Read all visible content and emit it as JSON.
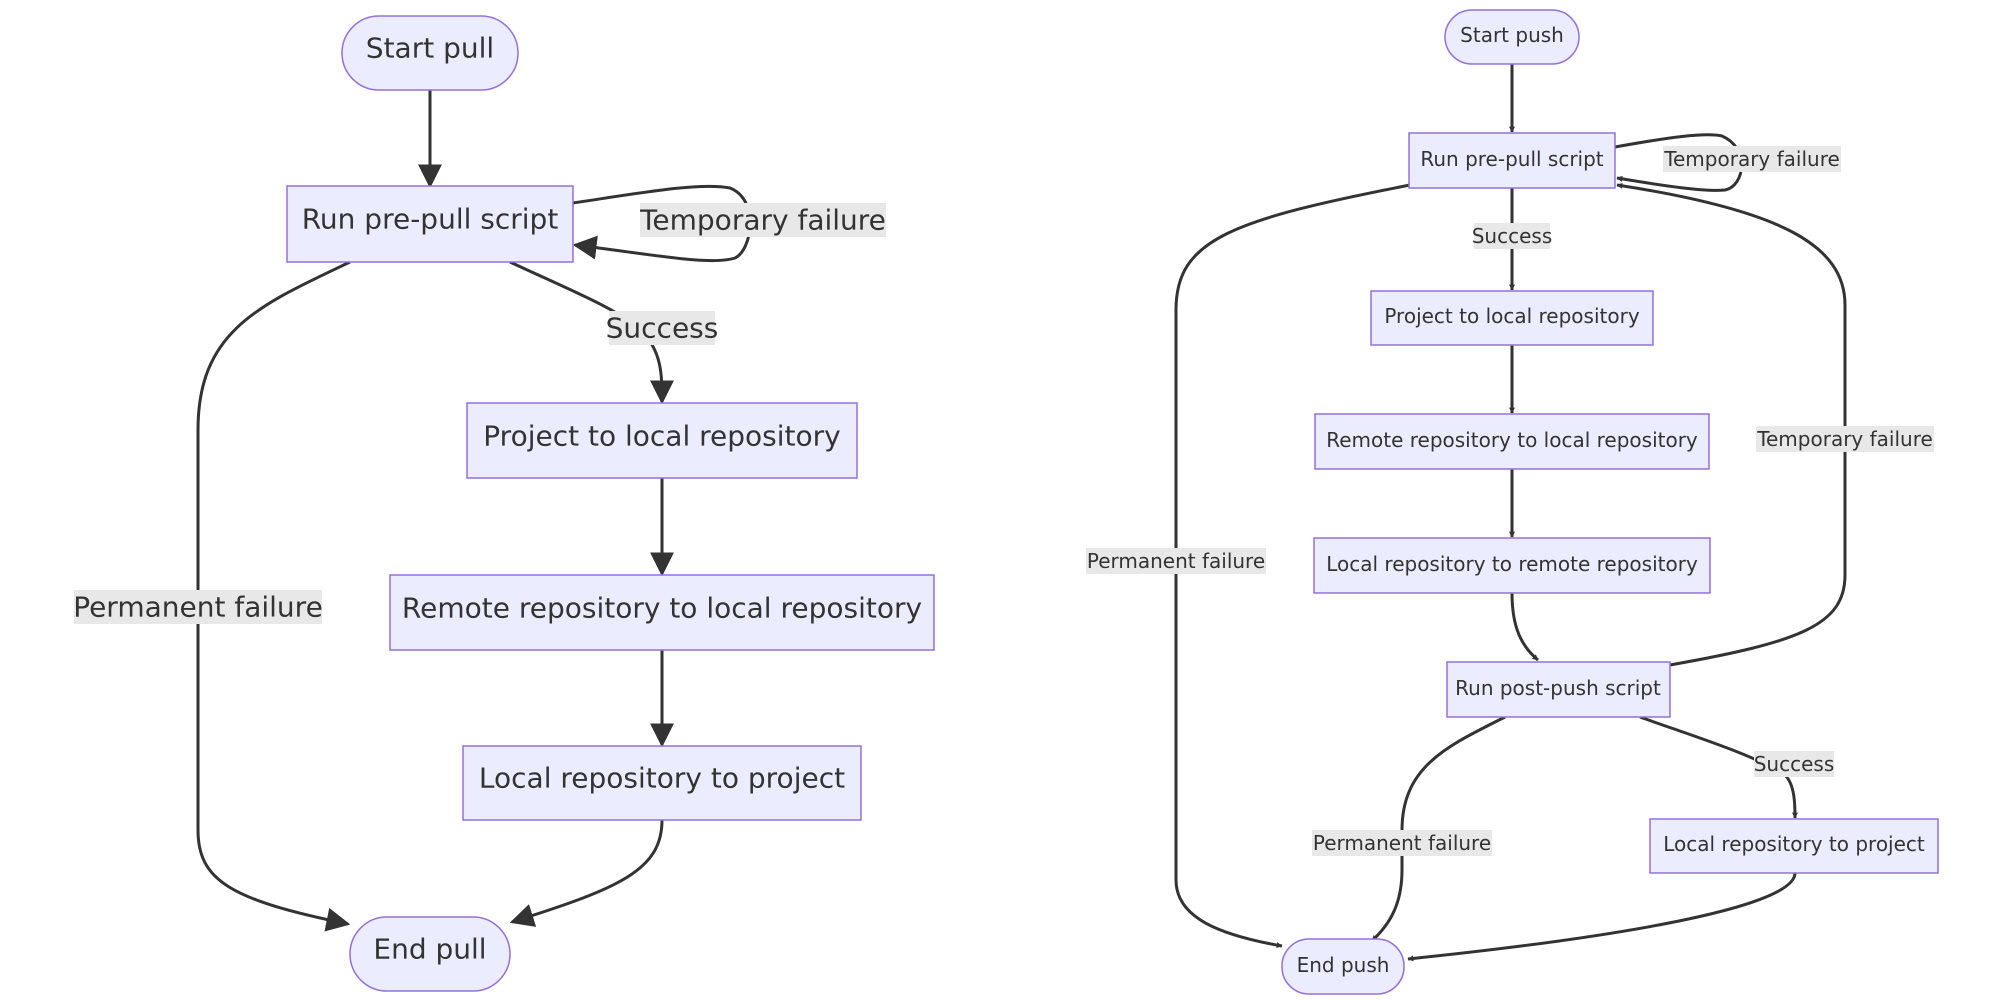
{
  "pull": {
    "start": "Start pull",
    "pre_pull": "Run pre-pull script",
    "project_to_local": "Project to local repository",
    "remote_to_local": "Remote repository to local repository",
    "local_to_project": "Local repository to project",
    "end": "End pull",
    "label_temporary_failure": "Temporary failure",
    "label_success": "Success",
    "label_permanent_failure": "Permanent failure"
  },
  "push": {
    "start": "Start push",
    "pre_pull": "Run pre-pull script",
    "project_to_local": "Project to local repository",
    "remote_to_local": "Remote repository to local repository",
    "local_to_remote": "Local repository to remote repository",
    "post_push": "Run post-push script",
    "local_to_project": "Local repository to project",
    "end": "End push",
    "label_temporary_failure_self": "Temporary failure",
    "label_success_pre": "Success",
    "label_temporary_failure_loop": "Temporary failure",
    "label_permanent_failure_pre": "Permanent failure",
    "label_permanent_failure_post": "Permanent failure",
    "label_success_post": "Success"
  },
  "colors": {
    "node_fill": "#ececff",
    "node_stroke": "#9370db",
    "edge": "#333333",
    "label_bg": "#e8e8e8"
  }
}
